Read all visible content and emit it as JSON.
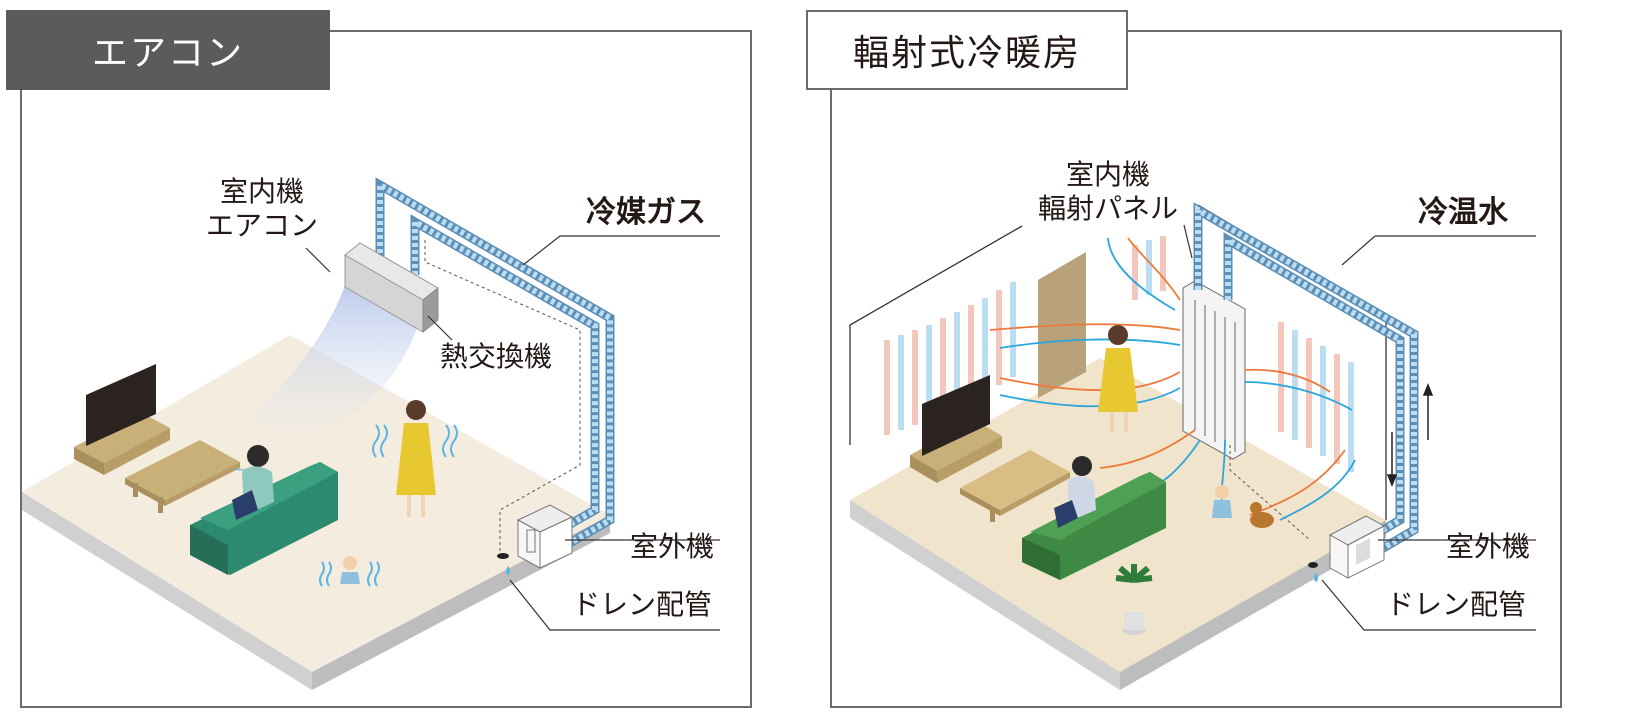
{
  "left_panel": {
    "title": "エアコン",
    "labels": {
      "indoor_unit_line1": "室内機",
      "indoor_unit_line2": "エアコン",
      "heat_exchanger": "熱交換機",
      "refrigerant_gas": "冷媒ガス",
      "outdoor_unit": "室外機",
      "drain_pipe": "ドレン配管"
    }
  },
  "right_panel": {
    "title": "輻射式冷暖房",
    "labels": {
      "indoor_unit_line1": "室内機",
      "indoor_unit_line2": "輻射パネル",
      "hot_cold_water": "冷温水",
      "outdoor_unit": "室外機",
      "drain_pipe": "ドレン配管"
    }
  },
  "colors": {
    "floor_left": "#f3ecdf",
    "floor_right": "#f1e4cc",
    "pipe": "#bcdcf2",
    "warm_arrow": "#ec7a3b",
    "cool_arrow": "#2ba6db",
    "sofa_left": "#2e8a6e",
    "sofa_right": "#3e8a45",
    "dress": "#e8c830",
    "tv": "#2a2320",
    "title_bg_left": "#5b5b5b"
  }
}
